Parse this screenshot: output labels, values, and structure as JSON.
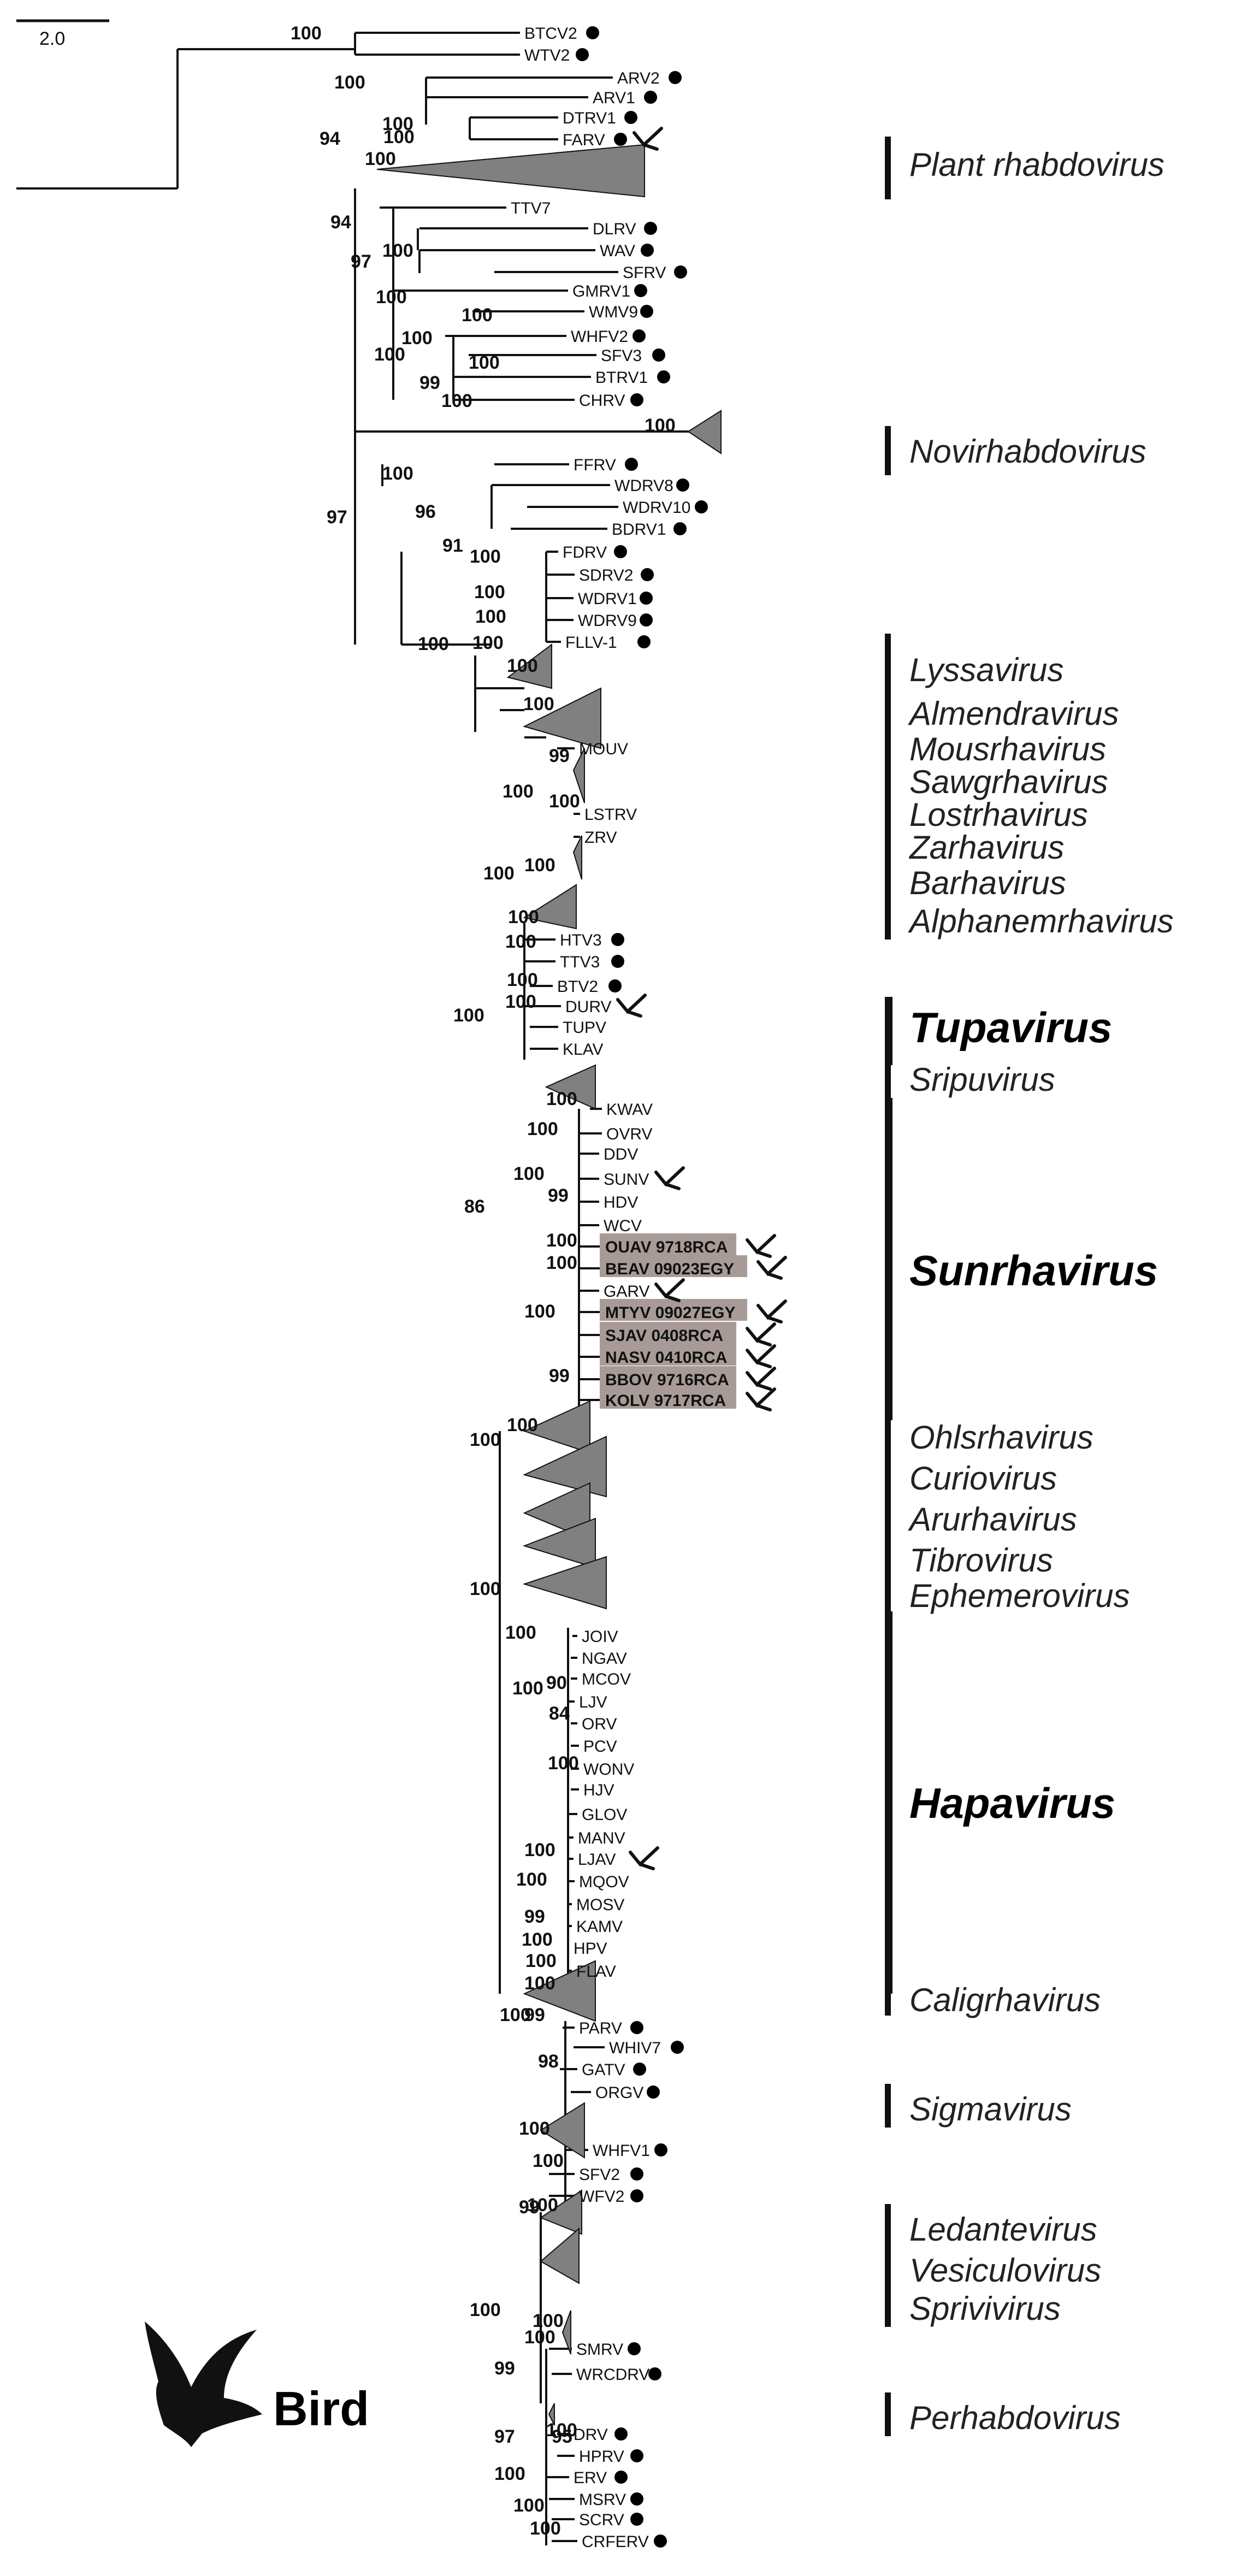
{
  "scale_bar": {
    "label": "2.0"
  },
  "legend": {
    "icon": "bird-icon",
    "label": "Bird"
  },
  "tips": [
    {
      "label": "BTCV2",
      "dot": true
    },
    {
      "label": "WTV2",
      "dot": true
    },
    {
      "label": "ARV2",
      "dot": true
    },
    {
      "label": "ARV1",
      "dot": true
    },
    {
      "label": "DTRV1",
      "dot": true
    },
    {
      "label": "FARV",
      "dot": true,
      "bird": true
    },
    {
      "label": "TTV7",
      "dot": false
    },
    {
      "label": "DLRV",
      "dot": true
    },
    {
      "label": "WAV",
      "dot": true
    },
    {
      "label": "SFRV",
      "dot": true
    },
    {
      "label": "GMRV1",
      "dot": true
    },
    {
      "label": "WMV9",
      "dot": true
    },
    {
      "label": "WHFV2",
      "dot": true
    },
    {
      "label": "SFV3",
      "dot": true
    },
    {
      "label": "BTRV1",
      "dot": true
    },
    {
      "label": "CHRV",
      "dot": true
    },
    {
      "label": "FFRV",
      "dot": true
    },
    {
      "label": "WDRV8",
      "dot": true
    },
    {
      "label": "WDRV10",
      "dot": true
    },
    {
      "label": "BDRV1",
      "dot": true
    },
    {
      "label": "FDRV",
      "dot": true
    },
    {
      "label": "SDRV2",
      "dot": true
    },
    {
      "label": "WDRV1",
      "dot": true
    },
    {
      "label": "WDRV9",
      "dot": true
    },
    {
      "label": "FLLV-1",
      "dot": true
    },
    {
      "label": "MOUV",
      "dot": false
    },
    {
      "label": "LSTRV",
      "dot": false
    },
    {
      "label": "ZRV",
      "dot": false
    },
    {
      "label": "HTV3",
      "dot": true
    },
    {
      "label": "TTV3",
      "dot": true
    },
    {
      "label": "BTV2",
      "dot": true
    },
    {
      "label": "DURV",
      "dot": false,
      "bird": true
    },
    {
      "label": "TUPV",
      "dot": false
    },
    {
      "label": "KLAV",
      "dot": false
    },
    {
      "label": "KWAV",
      "dot": false
    },
    {
      "label": "OVRV",
      "dot": false
    },
    {
      "label": "DDV",
      "dot": false
    },
    {
      "label": "SUNV",
      "dot": false,
      "bird": true
    },
    {
      "label": "HDV",
      "dot": false
    },
    {
      "label": "WCV",
      "dot": false
    },
    {
      "label": "OUAV 9718RCA",
      "dot": false,
      "bird": true,
      "hl": true
    },
    {
      "label": "BEAV 09023EGY",
      "dot": false,
      "bird": true,
      "hl": true
    },
    {
      "label": "GARV",
      "dot": false,
      "bird": true
    },
    {
      "label": "MTYV 09027EGY",
      "dot": false,
      "bird": true,
      "hl": true
    },
    {
      "label": "SJAV 0408RCA",
      "dot": false,
      "bird": true,
      "hl": true
    },
    {
      "label": "NASV 0410RCA",
      "dot": false,
      "bird": true,
      "hl": true
    },
    {
      "label": "BBOV 9716RCA",
      "dot": false,
      "bird": true,
      "hl": true
    },
    {
      "label": "KOLV 9717RCA",
      "dot": false,
      "bird": true,
      "hl": true
    },
    {
      "label": "JOIV",
      "dot": false
    },
    {
      "label": "NGAV",
      "dot": false
    },
    {
      "label": "MCOV",
      "dot": false
    },
    {
      "label": "LJV",
      "dot": false
    },
    {
      "label": "ORV",
      "dot": false
    },
    {
      "label": "PCV",
      "dot": false
    },
    {
      "label": "WONV",
      "dot": false
    },
    {
      "label": "HJV",
      "dot": false
    },
    {
      "label": "GLOV",
      "dot": false
    },
    {
      "label": "MANV",
      "dot": false
    },
    {
      "label": "LJAV",
      "dot": false,
      "bird": true
    },
    {
      "label": "MQOV",
      "dot": false
    },
    {
      "label": "MOSV",
      "dot": false
    },
    {
      "label": "KAMV",
      "dot": false
    },
    {
      "label": "HPV",
      "dot": false
    },
    {
      "label": "FLAV",
      "dot": false
    },
    {
      "label": "PARV",
      "dot": true
    },
    {
      "label": "WHIV7",
      "dot": true
    },
    {
      "label": "GATV",
      "dot": true
    },
    {
      "label": "ORGV",
      "dot": true
    },
    {
      "label": "WHFV1",
      "dot": true
    },
    {
      "label": "SFV2",
      "dot": true
    },
    {
      "label": "WFV2",
      "dot": true
    },
    {
      "label": "SMRV",
      "dot": true
    },
    {
      "label": "WRCDRV",
      "dot": true
    },
    {
      "label": "DRV",
      "dot": true
    },
    {
      "label": "HPRV",
      "dot": true
    },
    {
      "label": "ERV",
      "dot": true
    },
    {
      "label": "MSRV",
      "dot": true
    },
    {
      "label": "SCRV",
      "dot": true
    },
    {
      "label": "CRFERV",
      "dot": true
    }
  ],
  "support_values": [
    "100",
    "100",
    "100",
    "100",
    "94",
    "100",
    "94",
    "97",
    "100",
    "100",
    "100",
    "100",
    "99",
    "100",
    "100",
    "100",
    "97",
    "100",
    "96",
    "91",
    "100",
    "100",
    "100",
    "100",
    "100",
    "100",
    "100",
    "100",
    "99",
    "100",
    "100",
    "100",
    "100",
    "100",
    "100",
    "100",
    "100",
    "100",
    "100",
    "100",
    "100",
    "99",
    "100",
    "100",
    "86",
    "100",
    "99",
    "100",
    "100",
    "100",
    "100",
    "90",
    "100",
    "84",
    "100",
    "100",
    "100",
    "99",
    "100",
    "100",
    "100",
    "100",
    "99",
    "98",
    "100",
    "100",
    "99",
    "100",
    "100",
    "100",
    "100",
    "99",
    "97",
    "100",
    "95",
    "100",
    "100",
    "100"
  ],
  "genera": [
    {
      "name": "Plant rhabdovirus",
      "emphasis": false
    },
    {
      "name": "Novirhabdovirus",
      "emphasis": false
    },
    {
      "name": "Lyssavirus",
      "emphasis": false
    },
    {
      "name": "Almendravirus",
      "emphasis": false
    },
    {
      "name": "Mousrhavirus",
      "emphasis": false
    },
    {
      "name": "Sawgrhavirus",
      "emphasis": false
    },
    {
      "name": "Lostrhavirus",
      "emphasis": false
    },
    {
      "name": "Zarhavirus",
      "emphasis": false
    },
    {
      "name": "Barhavirus",
      "emphasis": false
    },
    {
      "name": "Alphanemrhavirus",
      "emphasis": false
    },
    {
      "name": "Tupavirus",
      "emphasis": true
    },
    {
      "name": "Sripuvirus",
      "emphasis": false
    },
    {
      "name": "Sunrhavirus",
      "emphasis": true
    },
    {
      "name": "Ohlsrhavirus",
      "emphasis": false
    },
    {
      "name": "Curiovirus",
      "emphasis": false
    },
    {
      "name": "Arurhavirus",
      "emphasis": false
    },
    {
      "name": "Tibrovirus",
      "emphasis": false
    },
    {
      "name": "Ephemerovirus",
      "emphasis": false
    },
    {
      "name": "Hapavirus",
      "emphasis": true
    },
    {
      "name": "Caligrhavirus",
      "emphasis": false
    },
    {
      "name": "Sigmavirus",
      "emphasis": false
    },
    {
      "name": "Ledantevirus",
      "emphasis": false
    },
    {
      "name": "Vesiculovirus",
      "emphasis": false
    },
    {
      "name": "Sprivivirus",
      "emphasis": false
    },
    {
      "name": "Perhabdovirus",
      "emphasis": false
    }
  ],
  "colors": {
    "line": "#111111",
    "collapsed_clade": "#808080",
    "highlight": "#a89b97"
  }
}
